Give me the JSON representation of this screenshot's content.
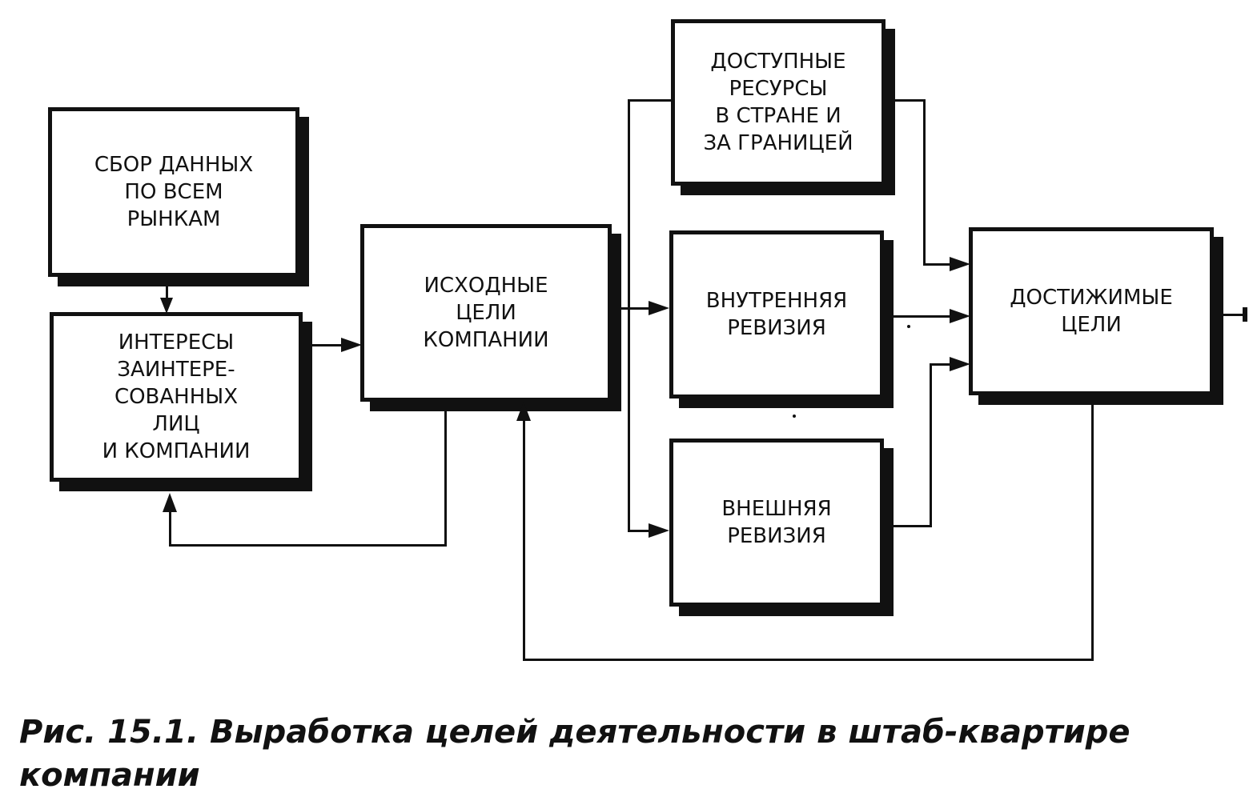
{
  "boxes": {
    "data_collection": "СБОР ДАННЫХ\nПО ВСЕМ\nРЫНКАМ",
    "stakeholder_interests": "ИНТЕРЕСЫ\nЗАИНТЕРЕ-\nСОВАННЫХ\nЛИЦ\nИ КОМПАНИИ",
    "initial_goals": "ИСХОДНЫЕ\nЦЕЛИ\nКОМПАНИИ",
    "available_resources": "ДОСТУПНЫЕ\nРЕСУРСЫ\nВ СТРАНЕ И\nЗА ГРАНИЦЕЙ",
    "internal_audit": "ВНУТРЕННЯЯ\nРЕВИЗИЯ",
    "external_audit": "ВНЕШНЯЯ\nРЕВИЗИЯ",
    "achievable_goals": "ДОСТИЖИМЫЕ\nЦЕЛИ"
  },
  "caption": "Рис. 15.1. Выработка целей деятельности в штаб-квартире компании"
}
